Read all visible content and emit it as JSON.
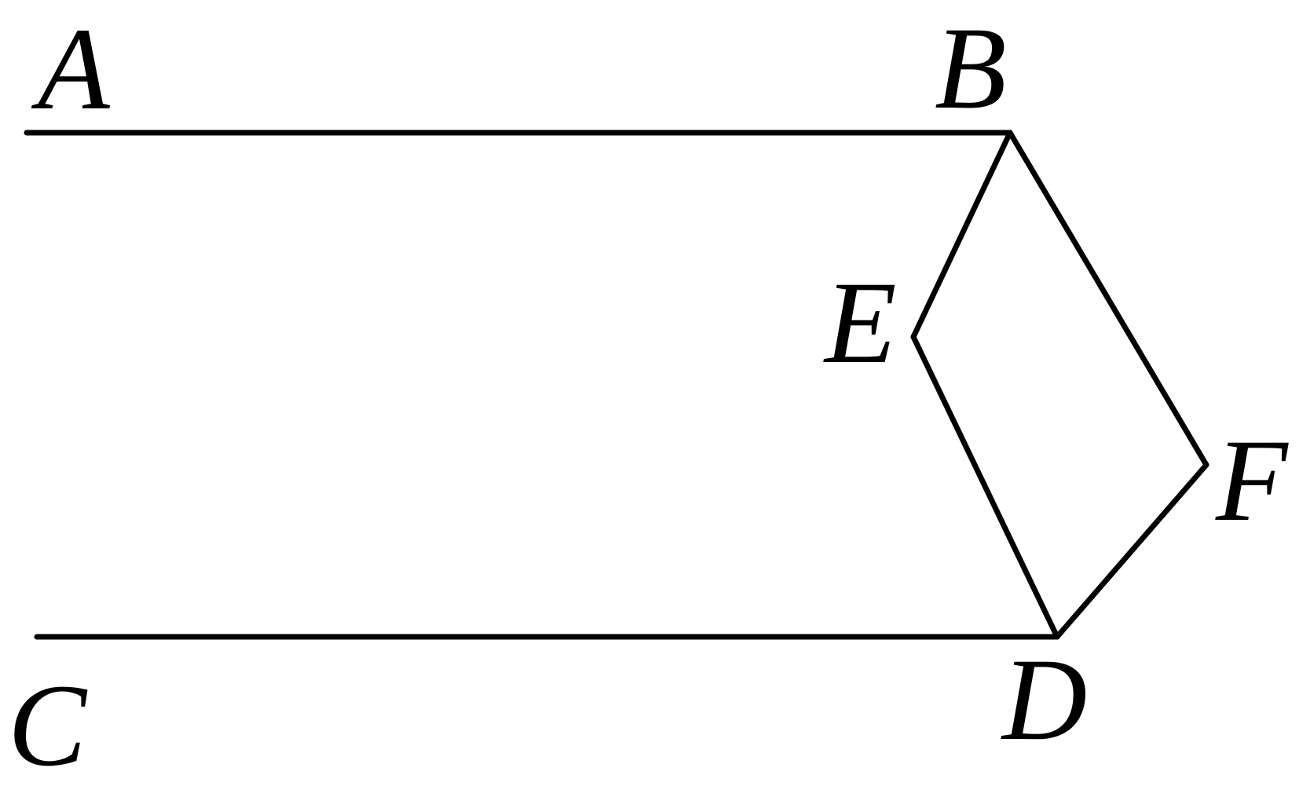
{
  "diagram": {
    "points": [
      {
        "id": "A",
        "label": "A"
      },
      {
        "id": "B",
        "label": "B"
      },
      {
        "id": "C",
        "label": "C"
      },
      {
        "id": "D",
        "label": "D"
      },
      {
        "id": "E",
        "label": "E"
      },
      {
        "id": "F",
        "label": "F"
      }
    ],
    "segments": [
      {
        "from": "A",
        "to": "B"
      },
      {
        "from": "C",
        "to": "D"
      },
      {
        "from": "B",
        "to": "E"
      },
      {
        "from": "E",
        "to": "D"
      },
      {
        "from": "B",
        "to": "F"
      },
      {
        "from": "F",
        "to": "D"
      }
    ],
    "stroke_color": "#000000",
    "background_color": "#ffffff"
  }
}
